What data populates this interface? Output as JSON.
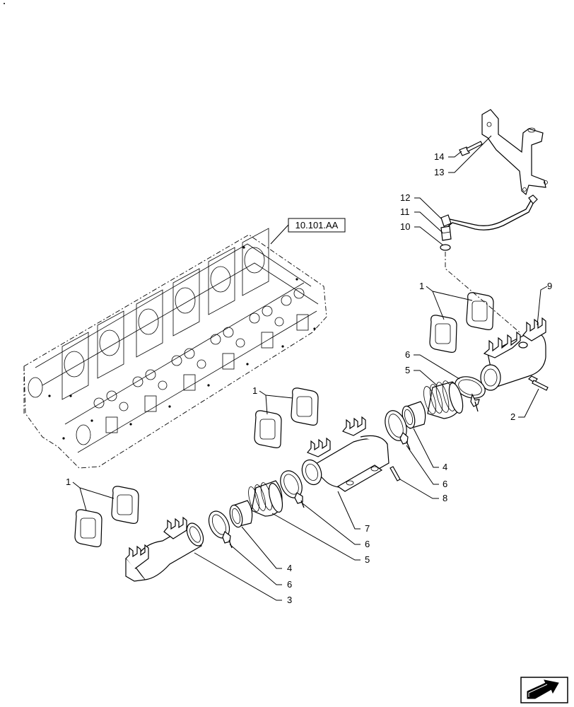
{
  "reference": {
    "label": "10.101.AA"
  },
  "callouts": [
    {
      "id": "c1a",
      "text": "1"
    },
    {
      "id": "c1b",
      "text": "1"
    },
    {
      "id": "c1c",
      "text": "1"
    },
    {
      "id": "c2",
      "text": "2"
    },
    {
      "id": "c3",
      "text": "3"
    },
    {
      "id": "c4a",
      "text": "4"
    },
    {
      "id": "c4b",
      "text": "4"
    },
    {
      "id": "c5a",
      "text": "5"
    },
    {
      "id": "c5b",
      "text": "5"
    },
    {
      "id": "c6a",
      "text": "6"
    },
    {
      "id": "c6b",
      "text": "6"
    },
    {
      "id": "c6c",
      "text": "6"
    },
    {
      "id": "c6d",
      "text": "6"
    },
    {
      "id": "c7",
      "text": "7"
    },
    {
      "id": "c8",
      "text": "8"
    },
    {
      "id": "c9",
      "text": "9"
    },
    {
      "id": "c10",
      "text": "10"
    },
    {
      "id": "c11",
      "text": "11"
    },
    {
      "id": "c12",
      "text": "12"
    },
    {
      "id": "c13",
      "text": "13"
    },
    {
      "id": "c14",
      "text": "14"
    }
  ],
  "nav_icon": {
    "name": "next-page-arrow-icon"
  }
}
